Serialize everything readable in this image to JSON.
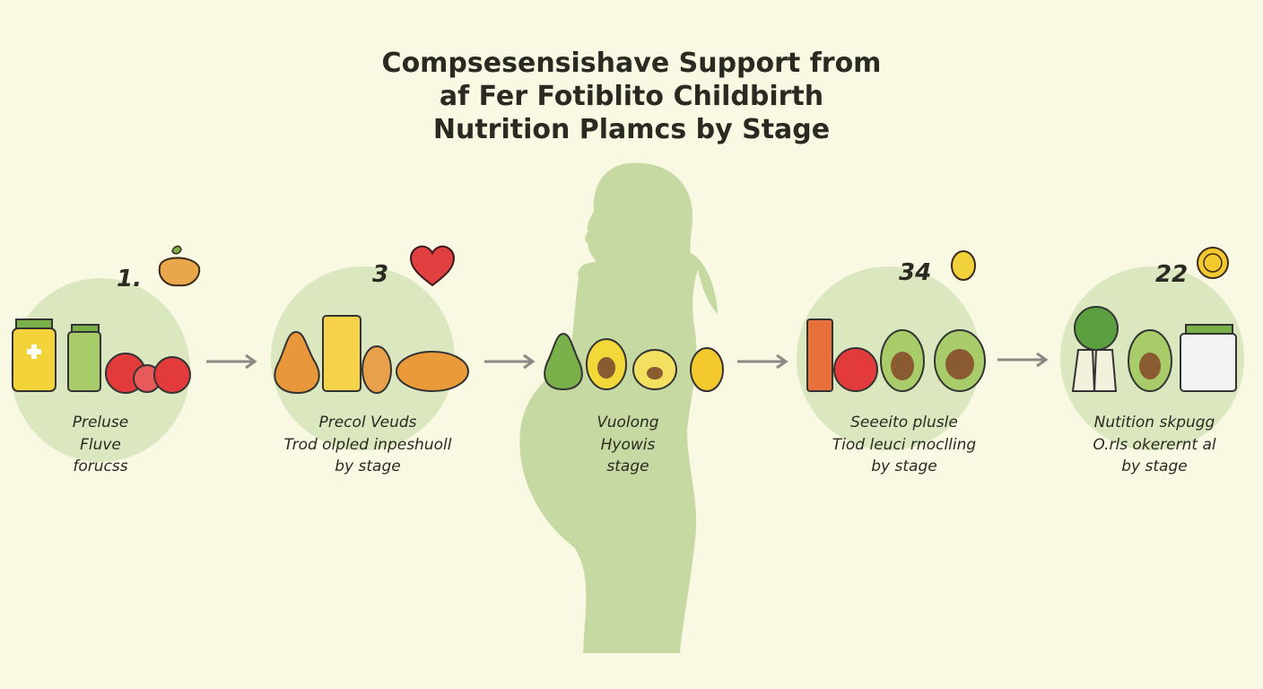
{
  "title": {
    "lines": [
      "Compsesensishave Support from",
      "af Fer Fotiblito Childbirth",
      "Nutrition Plamcs by Stage"
    ]
  },
  "stages": [
    {
      "number": "1.",
      "lines": [
        "Preluse",
        "Fluve",
        "forucss"
      ],
      "badge_icon": "peach-icon",
      "foods": [
        "supplement-jar-icon",
        "juice-jar-icon",
        "apple-icon",
        "grapefruit-icon",
        "tomato-icon"
      ]
    },
    {
      "number": "3",
      "lines": [
        "Precol Veuds",
        "Trod olpled inpeshuoll",
        "by stage"
      ],
      "badge_icon": "heart-icon",
      "foods": [
        "pear-icon",
        "juice-glass-icon",
        "papaya-icon",
        "mango-icon"
      ]
    },
    {
      "number": "",
      "lines": [
        "Vuolong",
        "Hyowis",
        "stage"
      ],
      "badge_icon": "",
      "foods": [
        "pear-icon",
        "avocado-icon",
        "avocado-icon",
        "lemon-icon"
      ]
    },
    {
      "number": "34",
      "lines": [
        "Seeeito plusle",
        "Tiod leuci rnoclling",
        "by stage"
      ],
      "badge_icon": "lemon-icon",
      "foods": [
        "juice-glass-icon",
        "apple-icon",
        "avocado-icon",
        "avocado-icon"
      ]
    },
    {
      "number": "22",
      "lines": [
        "Nutition skpugg",
        "O.rls okerernt al",
        "by stage"
      ],
      "badge_icon": "coin-icon",
      "foods": [
        "broccoli-icon",
        "avocado-icon",
        "supplement-jar-icon"
      ]
    }
  ],
  "colors": {
    "background": "#f8f8e3",
    "circle": "#dbe7bf",
    "silhouette": "#c6d9a3",
    "arrow": "#8a8a84"
  }
}
